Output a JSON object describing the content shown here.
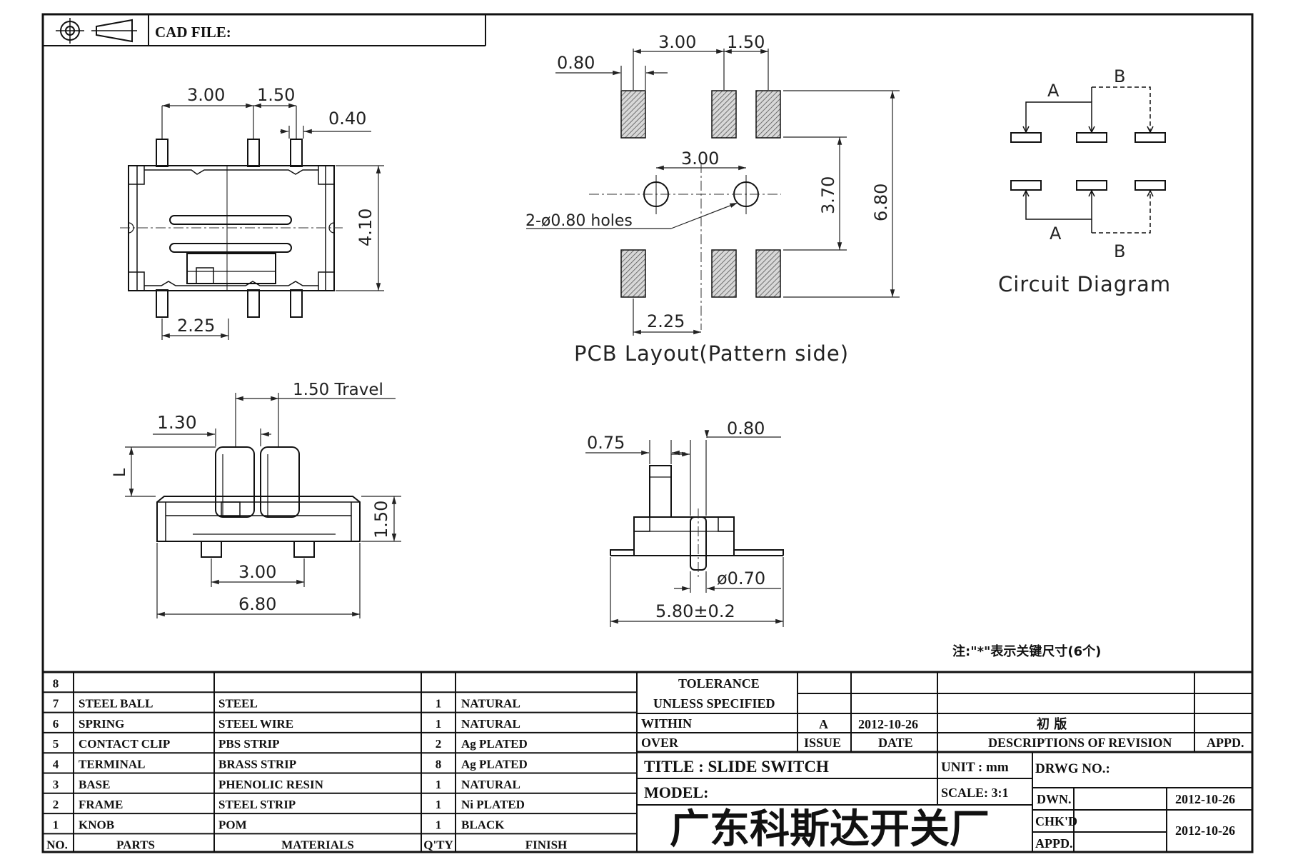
{
  "header": {
    "cad_file_label": "CAD FILE:"
  },
  "top_view": {
    "dim_3_00": "3.00",
    "dim_1_50": "1.50",
    "dim_0_40": "0.40",
    "dim_4_10": "4.10",
    "dim_2_25": "2.25"
  },
  "pcb_layout": {
    "dim_0_80": "0.80",
    "dim_3_00_top": "3.00",
    "dim_1_50": "1.50",
    "dim_3_00_holes": "3.00",
    "holes_note": "2-ø0.80 holes",
    "dim_3_70": "3.70",
    "dim_6_80": "6.80",
    "dim_2_25": "2.25",
    "caption": "PCB Layout(Pattern side)"
  },
  "circuit": {
    "label_a_top": "A",
    "label_b_top": "B",
    "label_a_bottom": "A",
    "label_b_bottom": "B",
    "caption": "Circuit Diagram"
  },
  "side_view": {
    "dim_travel": "1.50 Travel",
    "dim_1_30": "1.30",
    "dim_l": "L",
    "dim_1_50": "1.50",
    "dim_3_00": "3.00",
    "dim_6_80": "6.80"
  },
  "end_view": {
    "dim_0_75": "0.75",
    "dim_0_80": "0.80",
    "dim_0_70": "ø0.70",
    "dim_5_80": "5.80±0.2"
  },
  "note": "注:\"*\"表示关键尺寸(6个)",
  "bom": {
    "rows": [
      {
        "no": "8",
        "part": "",
        "material": "",
        "qty": "",
        "finish": ""
      },
      {
        "no": "7",
        "part": "STEEL BALL",
        "material": "STEEL",
        "qty": "1",
        "finish": "NATURAL"
      },
      {
        "no": "6",
        "part": "SPRING",
        "material": "STEEL WIRE",
        "qty": "1",
        "finish": "NATURAL"
      },
      {
        "no": "5",
        "part": "CONTACT CLIP",
        "material": "PBS STRIP",
        "qty": "2",
        "finish": "Ag PLATED"
      },
      {
        "no": "4",
        "part": "TERMINAL",
        "material": "BRASS STRIP",
        "qty": "8",
        "finish": "Ag PLATED"
      },
      {
        "no": "3",
        "part": "BASE",
        "material": "PHENOLIC RESIN",
        "qty": "1",
        "finish": "NATURAL"
      },
      {
        "no": "2",
        "part": "FRAME",
        "material": "STEEL STRIP",
        "qty": "1",
        "finish": "Ni PLATED"
      },
      {
        "no": "1",
        "part": "KNOB",
        "material": "POM",
        "qty": "1",
        "finish": "BLACK"
      }
    ],
    "headers": {
      "no": "NO.",
      "parts": "PARTS",
      "materials": "MATERIALS",
      "qty": "Q'TY",
      "finish": "FINISH"
    }
  },
  "title_block": {
    "tolerance": "TOLERANCE",
    "unless_specified": "UNLESS   SPECIFIED",
    "within": "WITHIN",
    "over": "OVER",
    "issue_value": "A",
    "date_value": "2012-10-26",
    "revision_value": "初  版",
    "issue_label": "ISSUE",
    "date_label": "DATE",
    "desc_label": "DESCRIPTIONS  OF  REVISION",
    "appd_label": "APPD.",
    "title": "TITLE :  SLIDE  SWITCH",
    "unit": "UNIT :   mm",
    "drwg_no": "DRWG  NO.:",
    "model": "MODEL:",
    "scale": "SCALE:   3:1",
    "dwn_label": "DWN.",
    "dwn_date": "2012-10-26",
    "company": "广东科斯达开关厂",
    "chkd_label": "CHK'D",
    "chkd_date": "2012-10-26",
    "appd2_label": "APPD."
  }
}
